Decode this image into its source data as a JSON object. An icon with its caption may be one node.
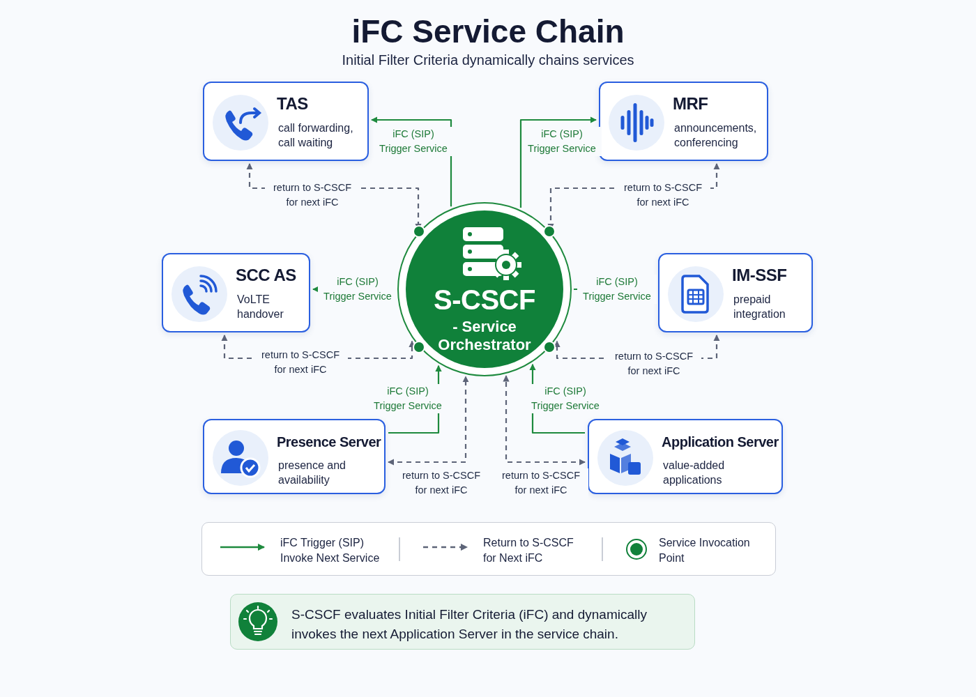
{
  "diagram": {
    "title": "iFC Service Chain",
    "nodes": [
      {
        "text": [
          "S-CSCF",
          "- Service Orchestrator"
        ]
      },
      {
        "text": [
          "TAS",
          "call forwarding, call waiting"
        ]
      },
      {
        "text": [
          "MRF",
          "announcements, conferencing"
        ]
      },
      {
        "text": [
          "SCC AS",
          "VoLTE handover"
        ]
      },
      {
        "text": [
          "IM-SSF",
          "prepaid integration"
        ]
      },
      {
        "text": [
          "Presence Server",
          "presence and availability"
        ]
      },
      {
        "text": [
          "Application Server",
          "value-added applications"
        ]
      }
    ],
    "edges": [
      {
        "from": 0,
        "to": 1,
        "arrow": "to",
        "label": "iFC (SIP) Trigger Service",
        "color": "#1e8a3e"
      },
      {
        "from": 1,
        "to": 0,
        "arrow": "both",
        "label": "return to S-CSCF for next iFC",
        "style": "dashed",
        "color": "#5d6478"
      },
      {
        "from": 0,
        "to": 2,
        "arrow": "to",
        "label": "iFC (SIP) Trigger Service",
        "color": "#1e8a3e"
      },
      {
        "from": 2,
        "to": 0,
        "arrow": "both",
        "label": "return to S-CSCF for next iFC",
        "style": "dashed",
        "color": "#5d6478"
      },
      {
        "from": 0,
        "to": 3,
        "arrow": "to",
        "label": "iFC (SIP) Trigger Service",
        "color": "#1e8a3e"
      },
      {
        "from": 3,
        "to": 0,
        "arrow": "both",
        "label": "return to S-CSCF for next iFC",
        "style": "dashed",
        "color": "#5d6478"
      },
      {
        "from": 0,
        "to": 4,
        "arrow": "to",
        "label": "iFC (SIP) Trigger Service",
        "color": "#1e8a3e"
      },
      {
        "from": 4,
        "to": 0,
        "arrow": "both",
        "label": "return to S-CSCF for next iFC",
        "style": "dashed",
        "color": "#5d6478"
      },
      {
        "from": 5,
        "to": 0,
        "arrow": "to",
        "label": "iFC (SIP) Trigger Service",
        "color": "#1e8a3e"
      },
      {
        "from": 5,
        "to": 0,
        "arrow": "both",
        "label": "return to S-CSCF for next iFC",
        "style": "dashed",
        "color": "#5d6478"
      },
      {
        "from": 6,
        "to": 0,
        "arrow": "to",
        "label": "iFC (SIP) Trigger Service",
        "color": "#1e8a3e"
      },
      {
        "from": 6,
        "to": 0,
        "arrow": "both",
        "label": "return to S-CSCF for next iFC",
        "style": "dashed",
        "color": "#5d6478"
      }
    ],
    "labels": [
      "Initial Filter Criteria dynamically chains services",
      "S-CSCF evaluates Initial Filter Criteria (iFC) and dynamically invokes the next Application Server in the service chain."
    ],
    "legend": [
      {
        "text": "iFC Trigger (SIP) Invoke Next Service"
      },
      {
        "text": "Return to S-CSCF for Next iFC"
      },
      {
        "text": "Service Invocation Point"
      }
    ]
  }
}
